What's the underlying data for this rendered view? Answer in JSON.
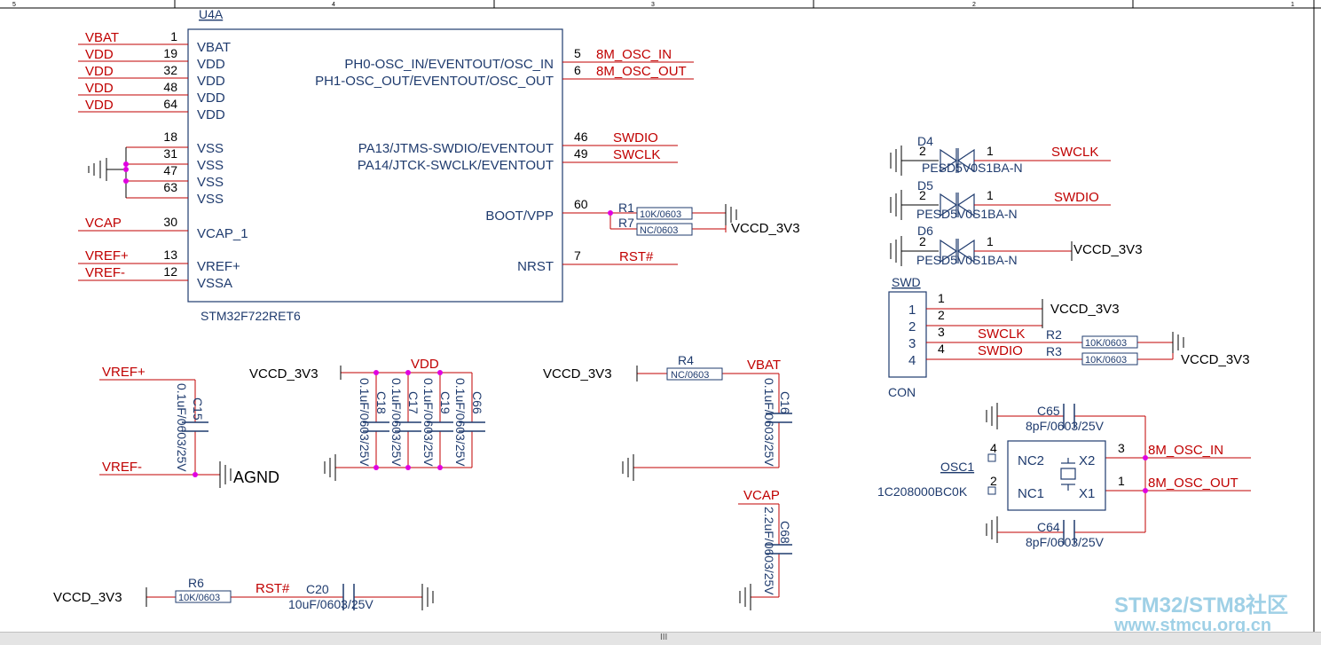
{
  "border": {
    "zones": [
      "5",
      "4",
      "3",
      "2",
      "1"
    ]
  },
  "u4a": {
    "ref": "U4A",
    "part": "STM32F722RET6",
    "left_pins": [
      {
        "net": "VBAT",
        "num": "1",
        "name": "VBAT"
      },
      {
        "net": "VDD",
        "num": "19",
        "name": "VDD"
      },
      {
        "net": "VDD",
        "num": "32",
        "name": "VDD"
      },
      {
        "net": "VDD",
        "num": "48",
        "name": "VDD"
      },
      {
        "net": "VDD",
        "num": "64",
        "name": "VDD"
      },
      {
        "net": "",
        "num": "18",
        "name": "VSS"
      },
      {
        "net": "",
        "num": "31",
        "name": "VSS"
      },
      {
        "net": "",
        "num": "47",
        "name": "VSS"
      },
      {
        "net": "",
        "num": "63",
        "name": "VSS"
      },
      {
        "net": "VCAP",
        "num": "30",
        "name": "VCAP_1"
      },
      {
        "net": "VREF+",
        "num": "13",
        "name": "VREF+"
      },
      {
        "net": "VREF-",
        "num": "12",
        "name": "VSSA"
      }
    ],
    "right_pins": [
      {
        "name": "PH0-OSC_IN/EVENTOUT/OSC_IN",
        "num": "5",
        "net": "8M_OSC_IN"
      },
      {
        "name": "PH1-OSC_OUT/EVENTOUT/OSC_OUT",
        "num": "6",
        "net": "8M_OSC_OUT"
      },
      {
        "name": "PA13/JTMS-SWDIO/EVENTOUT",
        "num": "46",
        "net": "SWDIO"
      },
      {
        "name": "PA14/JTCK-SWCLK/EVENTOUT",
        "num": "49",
        "net": "SWCLK"
      },
      {
        "name": "BOOT/VPP",
        "num": "60",
        "net": ""
      },
      {
        "name": "NRST",
        "num": "7",
        "net": "RST#"
      }
    ]
  },
  "boot": {
    "r1": {
      "ref": "R1",
      "value": "10K/0603"
    },
    "r7": {
      "ref": "R7",
      "value": "NC/0603"
    },
    "supply": "VCCD_3V3"
  },
  "tvs": [
    {
      "ref": "D4",
      "pin_a": "2",
      "pin_b": "1",
      "part": "PESD5V0S1BA-N",
      "net": "SWCLK"
    },
    {
      "ref": "D5",
      "pin_a": "2",
      "pin_b": "1",
      "part": "PESD5V0S1BA-N",
      "net": "SWDIO"
    },
    {
      "ref": "D6",
      "pin_a": "2",
      "pin_b": "1",
      "part": "PESD5V0S1BA-N",
      "net": "VCCD_3V3"
    }
  ],
  "swd": {
    "ref": "SWD",
    "part": "CON",
    "pins": [
      "1",
      "2",
      "3",
      "4"
    ],
    "pin_nums": [
      "1",
      "2",
      "3",
      "4"
    ],
    "nets": [
      "",
      "",
      "SWCLK",
      "SWDIO"
    ],
    "supply_top": "VCCD_3V3",
    "r2": {
      "ref": "R2",
      "value": "10K/0603"
    },
    "r3": {
      "ref": "R3",
      "value": "10K/0603"
    },
    "supply_right": "VCCD_3V3"
  },
  "osc": {
    "ref": "OSC1",
    "part": "1C208000BC0K",
    "pin_nc2": "NC2",
    "pin_nc1": "NC1",
    "pin_x2": "X2",
    "pin_x1": "X1",
    "num_4": "4",
    "num_2": "2",
    "num_3": "3",
    "num_1": "1",
    "net_in": "8M_OSC_IN",
    "net_out": "8M_OSC_OUT",
    "c65": {
      "ref": "C65",
      "value": "8pF/0603/25V"
    },
    "c64": {
      "ref": "C64",
      "value": "8pF/0603/25V"
    }
  },
  "vref": {
    "net_p": "VREF+",
    "net_n": "VREF-",
    "cap": {
      "ref": "C15",
      "value": "0.1uF/0603/25V"
    },
    "gnd_label": "AGND"
  },
  "vdd_caps": {
    "supply": "VCCD_3V3",
    "net": "VDD",
    "caps": [
      {
        "ref": "C18",
        "value": "0.1uF/0603/25V"
      },
      {
        "ref": "C17",
        "value": "0.1uF/0603/25V"
      },
      {
        "ref": "C19",
        "value": "0.1uF/0603/25V"
      },
      {
        "ref": "C66",
        "value": "0.1uF/0603/25V"
      }
    ]
  },
  "vbat": {
    "supply": "VCCD_3V3",
    "r4": {
      "ref": "R4",
      "value": "NC/0603"
    },
    "net": "VBAT",
    "cap": {
      "ref": "C16",
      "value": "0.1uF/0603/25V"
    }
  },
  "vcap": {
    "net": "VCAP",
    "cap": {
      "ref": "C68",
      "value": "2.2uF/0603/25V"
    }
  },
  "reset": {
    "supply": "VCCD_3V3",
    "r6": {
      "ref": "R6",
      "value": "10K/0603"
    },
    "net": "RST#",
    "cap": {
      "ref": "C20",
      "value": "10uF/0603/25V"
    }
  },
  "watermark": {
    "line1": "STM32/STM8社区",
    "line2": "www.stmcu.org.cn"
  },
  "scrollbar": {
    "grip": "III"
  }
}
